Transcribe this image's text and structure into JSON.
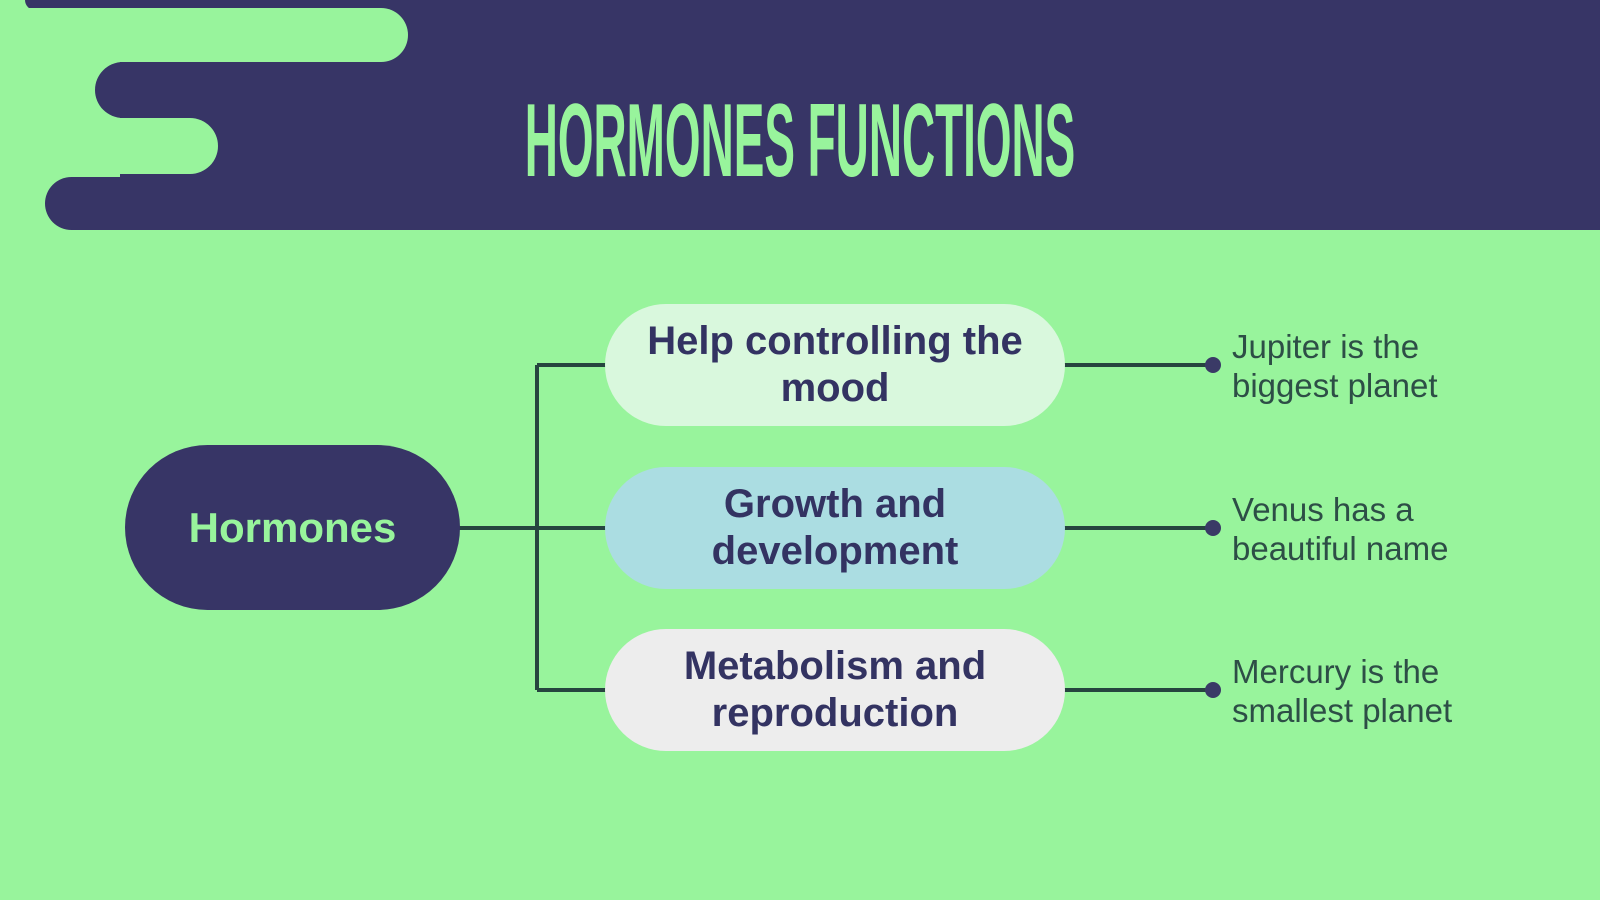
{
  "title": "HORMONES FUNCTIONS",
  "root": {
    "label": "Hormones"
  },
  "branches": [
    {
      "label": "Help controlling the mood",
      "note": "Jupiter is the biggest planet",
      "fill": "#d9f8dd"
    },
    {
      "label": "Growth and development",
      "note": "Venus has a beautiful name",
      "fill": "#abdde2"
    },
    {
      "label": "Metabolism and reproduction",
      "note": "Mercury is the smallest planet",
      "fill": "#ededed"
    }
  ],
  "colors": {
    "background": "#98f49c",
    "navy": "#373566",
    "title_text": "#98f49c",
    "root_text": "#98f49c",
    "branch_text": "#333362",
    "connector_line": "#26453f",
    "connector_dot": "#3a3a66",
    "note_text": "#2d4e46"
  }
}
